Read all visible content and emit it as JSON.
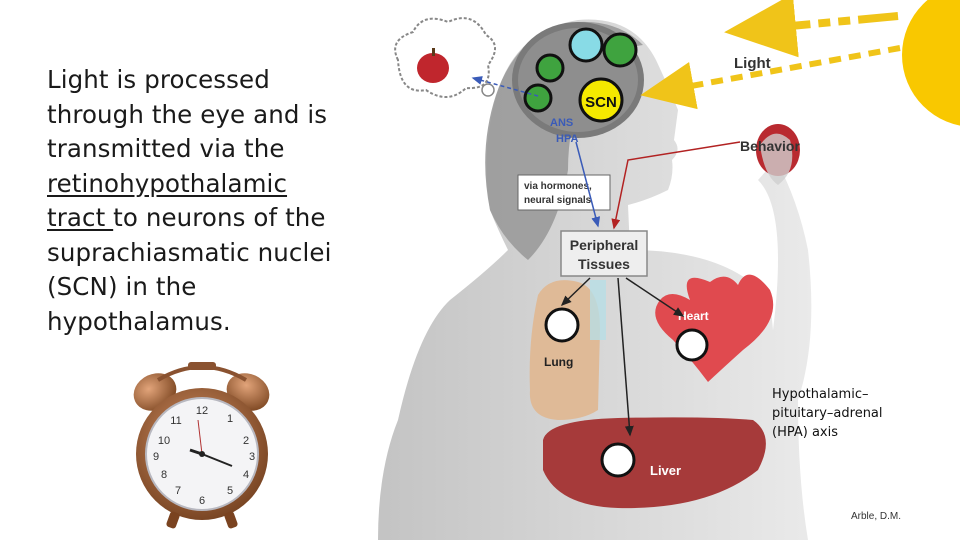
{
  "text": {
    "line1": "Light is processed",
    "line2": "through the eye and is",
    "line3": "transmitted via the",
    "line4": "retinohypothalamic",
    "line5": "tract ",
    "line5b": "to neurons of the",
    "line6": "suprachiasmatic nuclei",
    "line7": "(SCN) in the",
    "line8": "hypothalamus."
  },
  "figure": {
    "light": "Light",
    "behavior": "Behavior",
    "ans": "ANS",
    "hpa": "HPA",
    "scn": "SCN",
    "via1": "via hormones,",
    "via2": "neural signals",
    "peripheral1": "Peripheral",
    "peripheral2": "Tissues",
    "lung": "Lung",
    "heart": "Heart",
    "liver": "Liver",
    "note": "Hypothalamic–pituitary–adrenal (HPA) axis",
    "credit": "Arble, D.M."
  },
  "colors": {
    "sun": "#f9c800",
    "ray": "#f0c419",
    "arrow_dark": "#222222",
    "arrow_red": "#b22222",
    "arrow_blue": "#3a5bb8",
    "heart": "#e04a4f",
    "liver": "#a63a3a",
    "lung": "#e0b790",
    "clock_copper": "#a86a3c"
  }
}
